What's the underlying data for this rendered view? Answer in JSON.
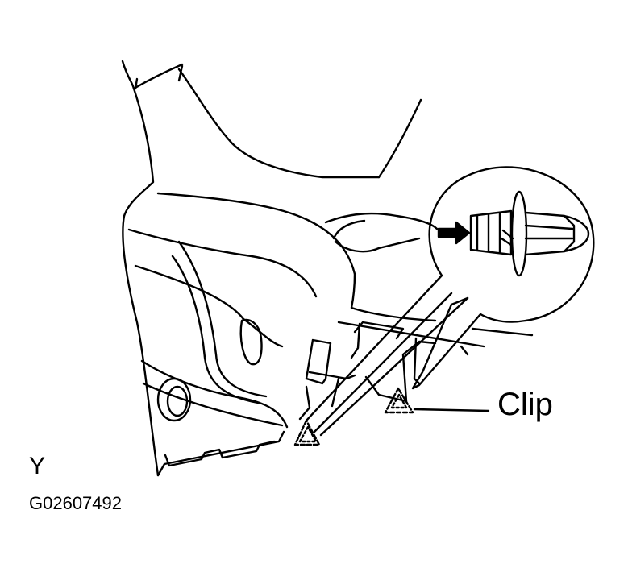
{
  "figure": {
    "callout_label": "Clip",
    "view_letter": "Y",
    "figure_code": "G02607492"
  },
  "colors": {
    "ink": "#000000",
    "paper": "#ffffff"
  }
}
